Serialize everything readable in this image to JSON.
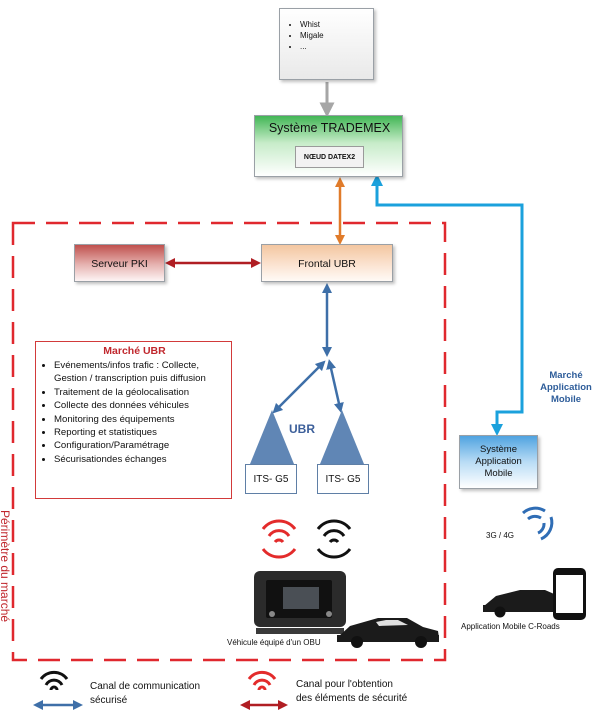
{
  "sources": {
    "items": [
      "Whist",
      "Migale",
      "..."
    ]
  },
  "trademex": {
    "title": "Système TRADEMEX",
    "node": "NŒUD DATEX2"
  },
  "pki": {
    "label": "Serveur PKI"
  },
  "frontal": {
    "label": "Frontal UBR"
  },
  "marche_ubr": {
    "title": "Marché UBR",
    "items": [
      "Evénements/infos trafic : Collecte, Gestion / transcription puis diffusion",
      "Traitement de la géolocalisation",
      "Collecte des données véhicules",
      "Monitoring des équipements",
      "Reporting et statistiques",
      "Configuration/Paramétrage",
      "Sécurisationdes échanges"
    ]
  },
  "ubr": {
    "label": "UBR",
    "its1": "ITS- G5",
    "its2": "ITS- G5"
  },
  "app": {
    "market_line1": "Marché",
    "market_line2": "Application",
    "market_line3": "Mobile",
    "system_line1": "Système",
    "system_line2": "Application",
    "system_line3": "Mobile",
    "network": "3G / 4G",
    "phone_caption": "Application Mobile C-Roads"
  },
  "vehicle_caption": "Véhicule équipé d'un OBU",
  "perimeter_label": "Périmètre du marché",
  "legend": {
    "secure_line1": "Canal de communication",
    "secure_line2": "sécurisé",
    "security_line1": "Canal pour l'obtention",
    "security_line2": "des éléments de sécurité"
  },
  "colors": {
    "perimeter": "#e0282e",
    "ubr_link": "#3e6fa8",
    "pki_link": "#b01e23",
    "datex_link": "#e07b2a",
    "app_link": "#1ba1dc",
    "feed_link": "#a6a6a6"
  }
}
